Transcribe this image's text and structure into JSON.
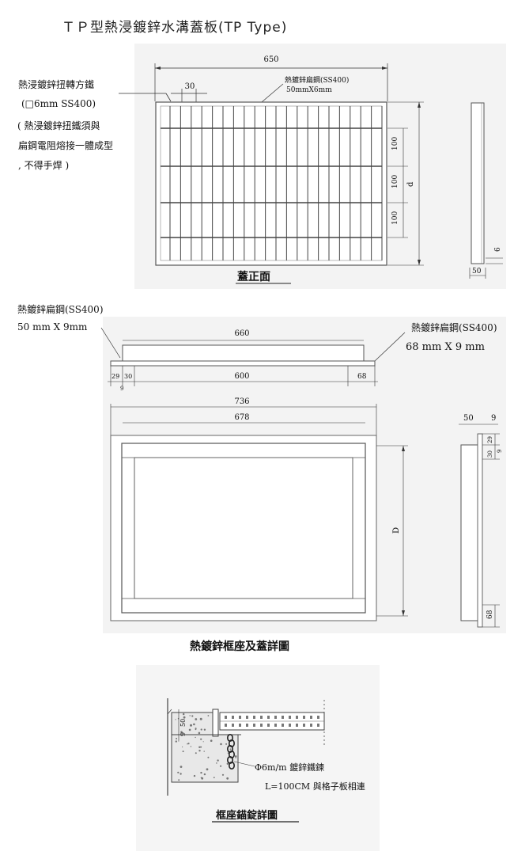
{
  "title": "ＴＰ型熱浸鍍鋅水溝蓋板(TP Type)",
  "cover": {
    "left_note": [
      "熱浸鍍鋅扭轉方鐵",
      "(□6mm SS400)",
      "( 熱浸鍍鋅扭鐵須與",
      "扁鋼電阻熔接一體成型",
      ", 不得手焊 )"
    ],
    "flat_bar_label": "熱鍍鋅扁鋼(SS400)",
    "flat_bar_size": "50mmX6mm",
    "dim_width": "650",
    "dim_pitch": "30",
    "dim_100_a": "100",
    "dim_100_b": "100",
    "dim_100_c": "100",
    "dim_d": "d",
    "side_dim_6": "6",
    "side_dim_50": "50",
    "caption": "蓋正面"
  },
  "frame": {
    "left_label": "熱鍍鋅扁鋼(SS400)",
    "left_size": "50 mm X 9mm",
    "right_label": "熱鍍鋅扁鋼(SS400)",
    "right_size": "68 mm X 9 mm",
    "dim_660": "660",
    "dim_29": "29",
    "dim_30": "30",
    "dim_9": "9",
    "dim_600": "600",
    "dim_68": "68",
    "dim_736": "736",
    "dim_678": "678",
    "dim_D": "D",
    "side_50": "50",
    "side_9": "9",
    "side_29": "29",
    "side_30": "30",
    "side_9b": "9",
    "side_68": "68",
    "caption": "熱鍍鋅框座及蓋詳圖"
  },
  "anchor": {
    "dim_50": "50",
    "dim_9": "9",
    "chain_label": "Φ6m/m 鍍鋅鐵鍊",
    "chain_length": "L=100CM 與格子板相連",
    "caption": "框座錨錠詳圖"
  }
}
